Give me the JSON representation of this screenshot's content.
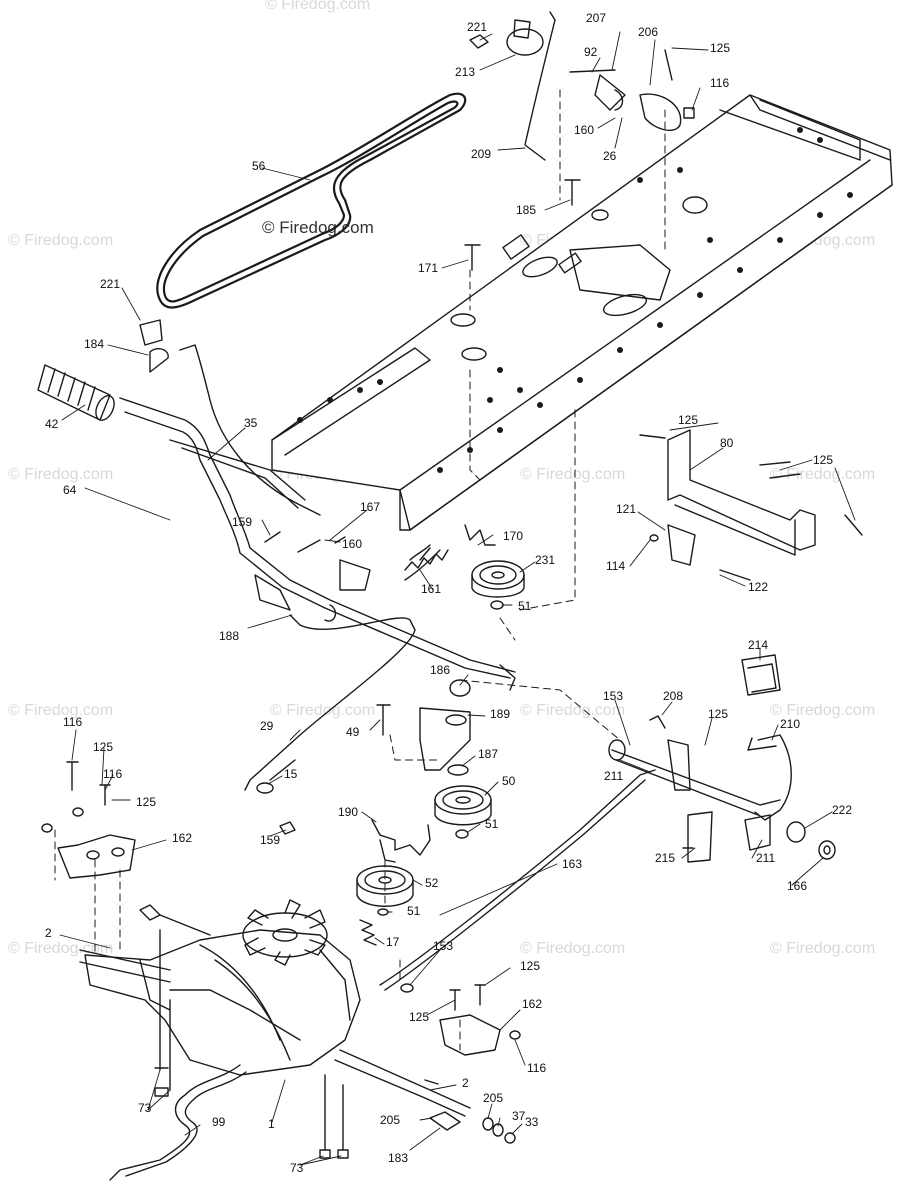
{
  "watermark": "© Firedog.com",
  "center_watermark": "© Firedog.com",
  "part_labels": [
    "221",
    "213",
    "207",
    "92",
    "206",
    "125",
    "116",
    "160",
    "26",
    "209",
    "56",
    "185",
    "171",
    "221",
    "184",
    "42",
    "35",
    "64",
    "159",
    "167",
    "160",
    "170",
    "231",
    "161",
    "51",
    "125",
    "80",
    "125",
    "121",
    "114",
    "122",
    "188",
    "186",
    "189",
    "49",
    "29",
    "15",
    "187",
    "50",
    "159",
    "190",
    "51",
    "214",
    "153",
    "208",
    "125",
    "210",
    "211",
    "222",
    "211",
    "166",
    "215",
    "116",
    "125",
    "116",
    "125",
    "162",
    "163",
    "52",
    "51",
    "17",
    "2",
    "153",
    "125",
    "162",
    "125",
    "116",
    "2",
    "205",
    "205",
    "37",
    "33",
    "73",
    "1",
    "99",
    "73",
    "183"
  ],
  "colors": {
    "line": "#1a1a1a",
    "watermark": "#d8d8d8"
  }
}
